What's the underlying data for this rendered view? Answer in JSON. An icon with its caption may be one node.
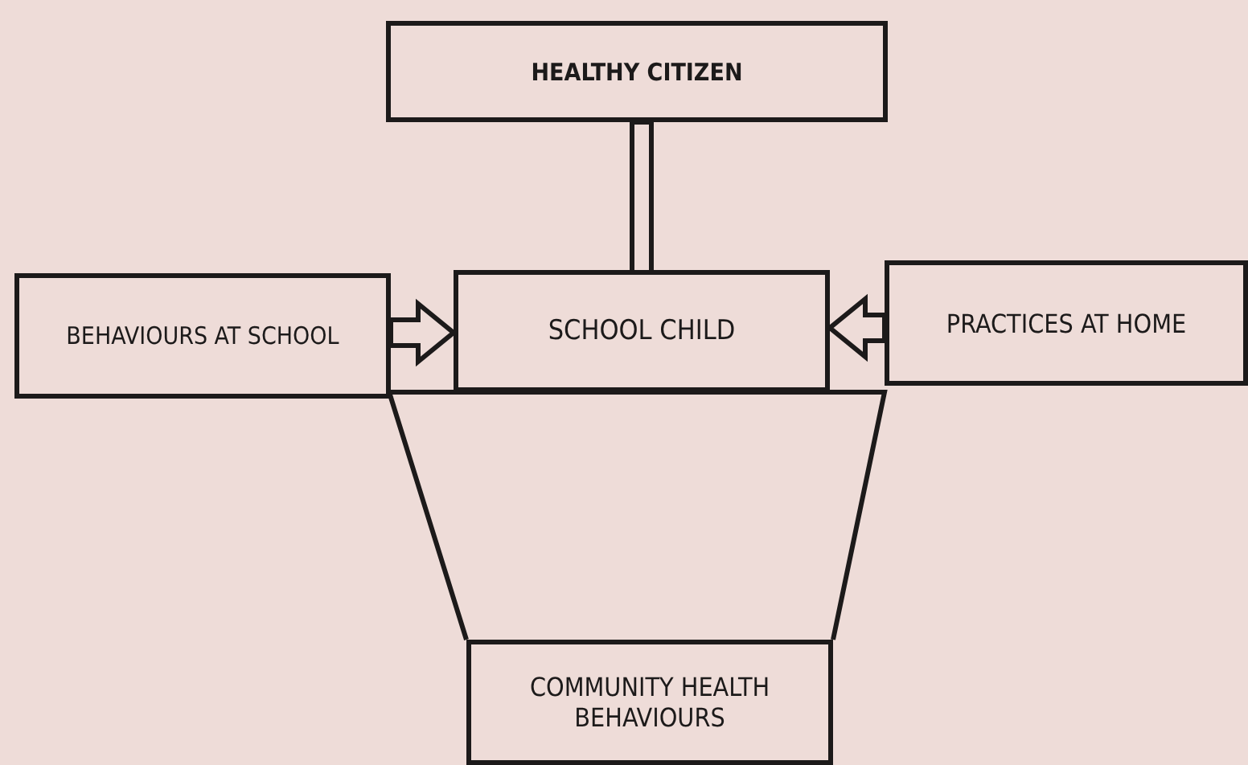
{
  "diagram": {
    "nodes": [
      {
        "text": [
          "HEALTHY CITIZEN"
        ]
      },
      {
        "text": [
          "BEHAVIOURS AT SCHOOL"
        ]
      },
      {
        "text": [
          "SCHOOL CHILD"
        ]
      },
      {
        "text": [
          "PRACTICES AT HOME"
        ]
      },
      {
        "text": [
          "COMMUNITY HEALTH BEHAVIOURS"
        ]
      }
    ],
    "edges": [
      {
        "from": 1,
        "to": 2,
        "arrow": "to"
      },
      {
        "from": 3,
        "to": 2,
        "arrow": "to"
      },
      {
        "from": 2,
        "to": 0,
        "arrow": "none"
      },
      {
        "from": 4,
        "to": 2,
        "arrow": "none"
      }
    ]
  }
}
